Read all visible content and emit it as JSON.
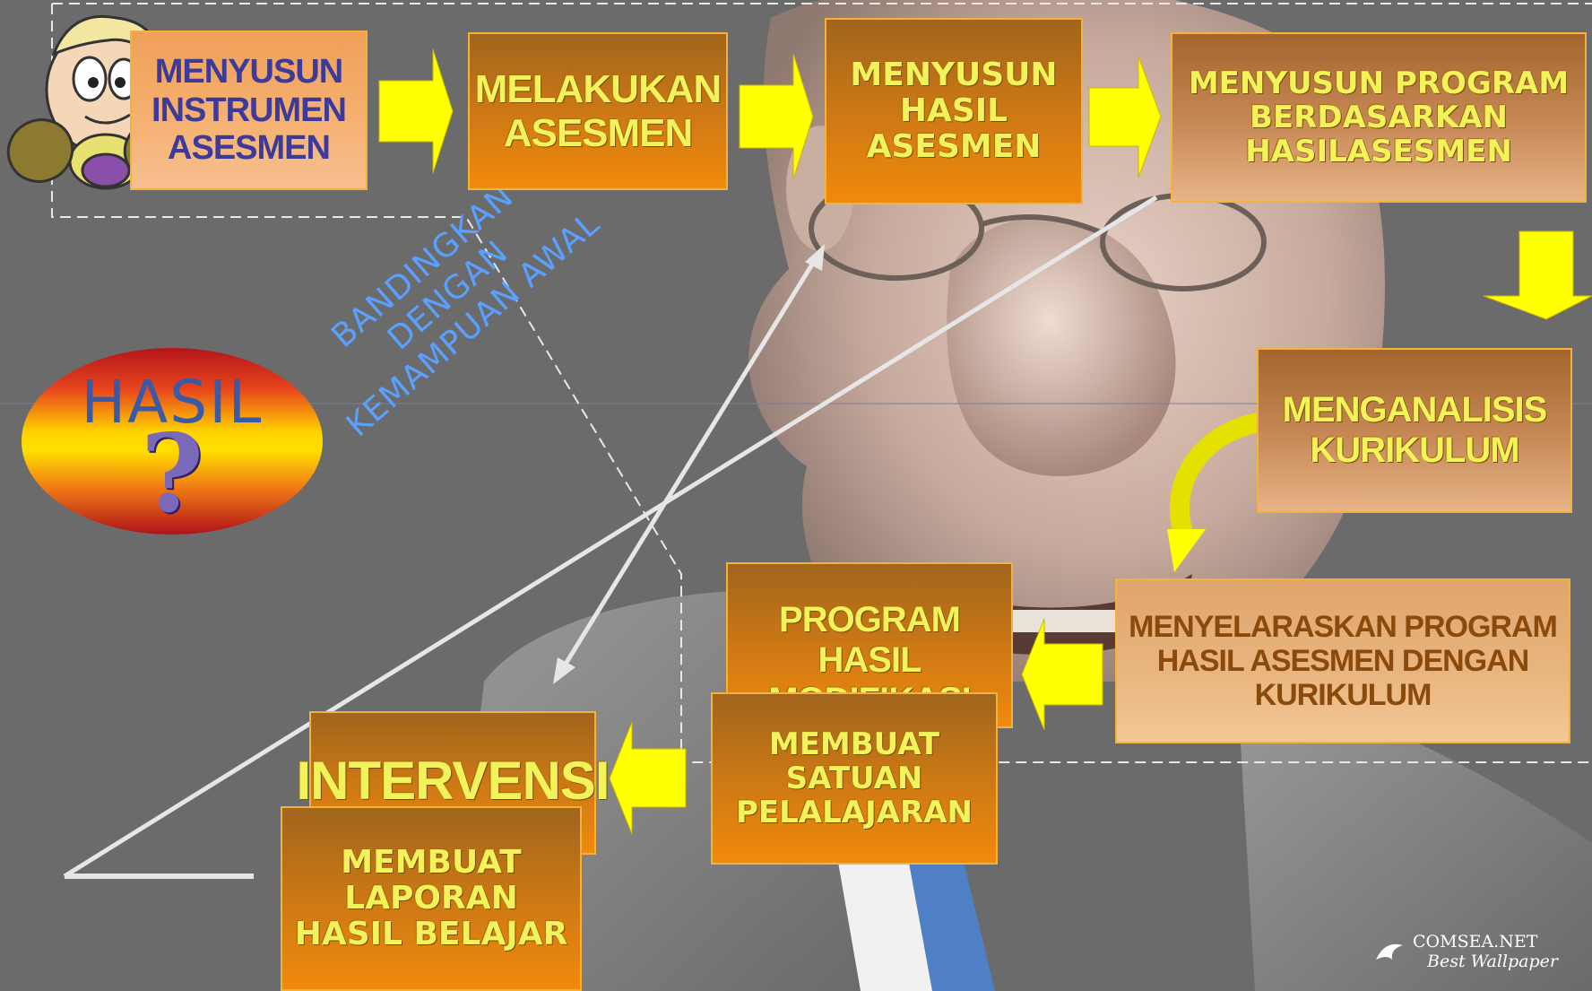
{
  "steps": {
    "menyusun_instrumen": [
      "MENYUSUN",
      "INSTRUMEN",
      "ASESMEN"
    ],
    "melakukan_asesmen": [
      "MELAKUKAN",
      "ASESMEN"
    ],
    "menyusun_hasil": [
      "MENYUSUN",
      "HASIL",
      "ASESMEN"
    ],
    "menyusun_program": [
      "MENYUSUN PROGRAM",
      "BERDASARKAN",
      "HASILASESMEN"
    ],
    "menganalisis": [
      "MENGANALISIS",
      "KURIKULUM"
    ],
    "menyelaraskan": [
      "MENYELARASKAN PROGRAM",
      "HASIL ASESMEN DENGAN",
      "KURIKULUM"
    ],
    "program_modifikasi": [
      "PROGRAM HASIL",
      "MODIFIKASI"
    ],
    "satuan_pelajaran": [
      "MEMBUAT",
      "SATUAN",
      "PELALAJARAN"
    ],
    "intervensi": "INTERVENSI",
    "laporan": [
      "MEMBUAT",
      "LAPORAN",
      "HASIL BELAJAR"
    ]
  },
  "compare_label": [
    "BANDINGKAN DENGAN",
    "KEMAMPUAN AWAL"
  ],
  "hasil": {
    "word": "HASIL",
    "symbol": "?"
  },
  "watermark": [
    "COMSEA.NET",
    "Best Wallpaper"
  ],
  "colors": {
    "box_text": "#f2f25a",
    "arrow_fill": "#ffff00",
    "compare_text": "#5aa0ff",
    "box_top": "#a0651c",
    "box_bottom": "#f08a0c"
  }
}
